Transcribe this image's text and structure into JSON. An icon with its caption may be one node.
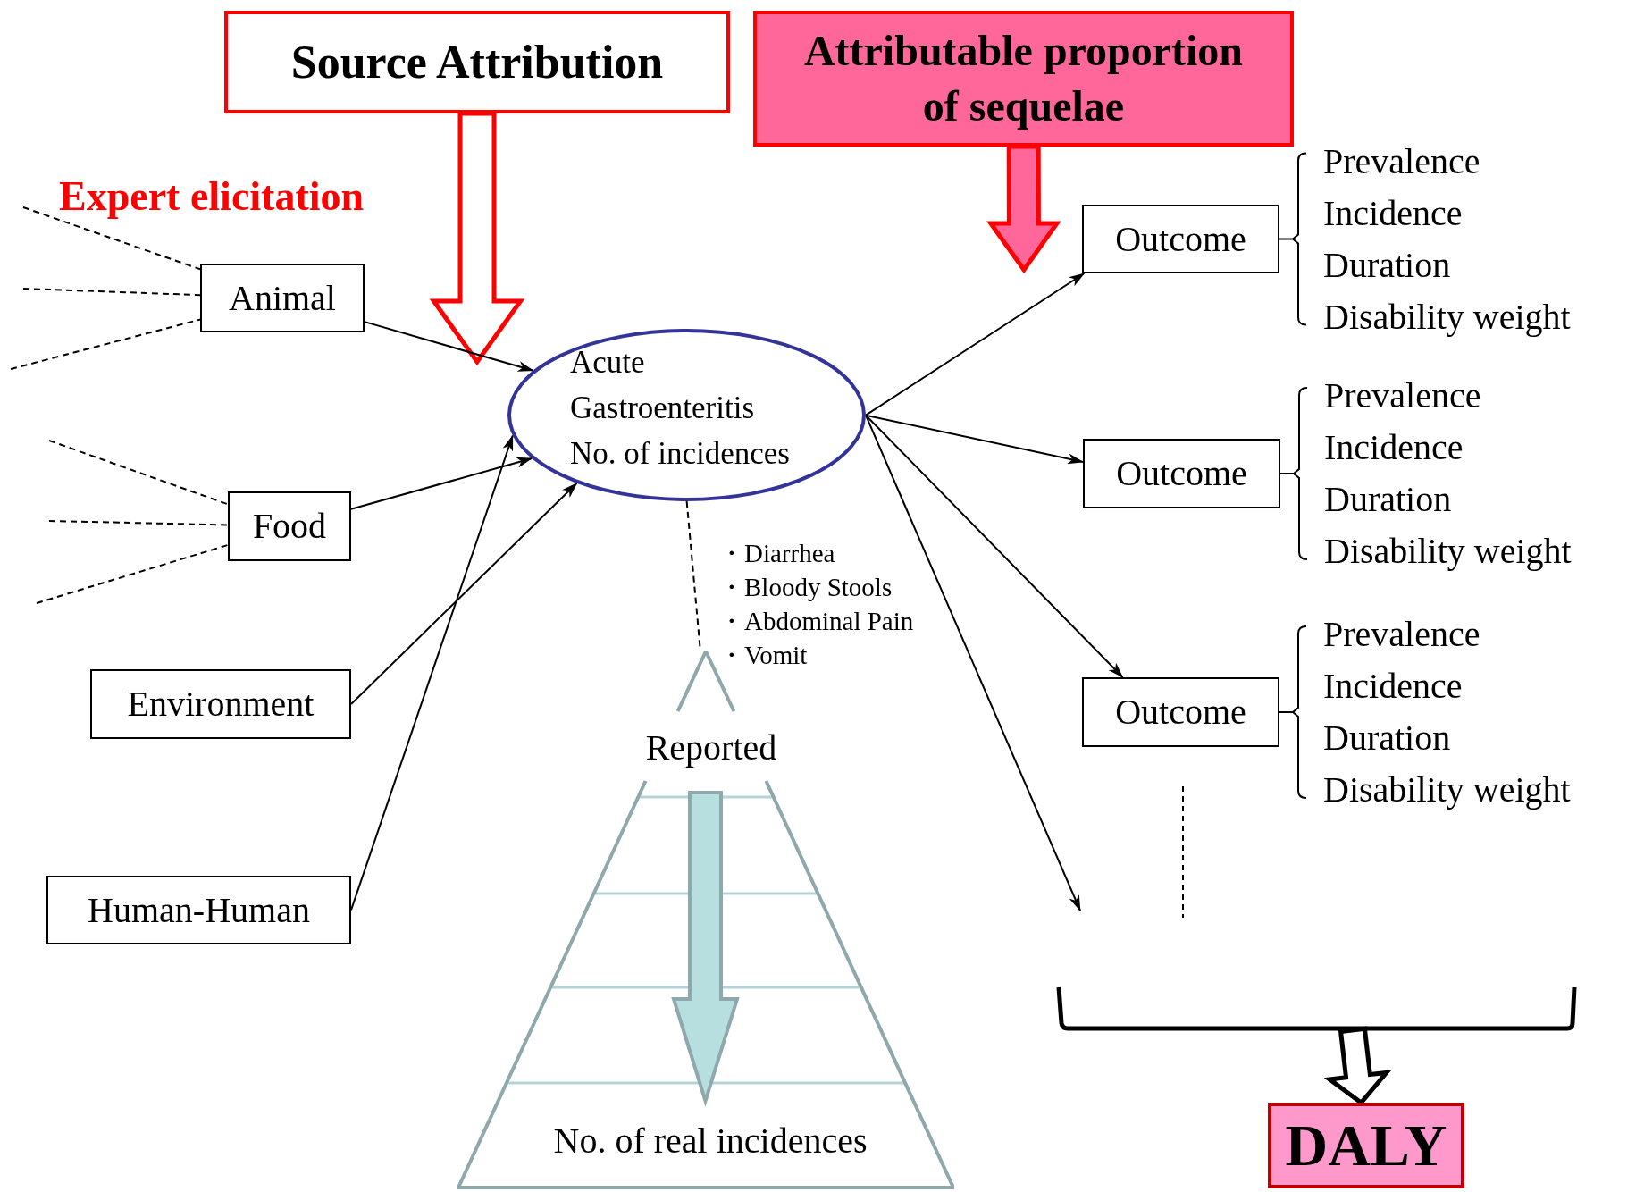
{
  "diagram": {
    "nodes": [
      {
        "text": [
          "Source Attribution"
        ]
      },
      {
        "text": [
          "Attributable proportion of sequelae"
        ]
      },
      {
        "text": [
          "Animal"
        ]
      },
      {
        "text": [
          "Outcome"
        ],
        "beside": [
          "Prevalence",
          "Incidence",
          "Duration",
          "Disability weight"
        ]
      },
      {
        "text": [
          "Acute Gastroenteritis",
          "No. of incidences"
        ]
      },
      {
        "text": [
          "Outcome"
        ],
        "beside": [
          "Prevalence",
          "Incidence",
          "Duration",
          "Disability weight"
        ]
      },
      {
        "text": [
          "Food"
        ]
      },
      {
        "text": [
          "Outcome"
        ],
        "beside": [
          "Prevalence",
          "Incidence",
          "Duration",
          "Disability weight"
        ]
      },
      {
        "text": [
          "Environment"
        ]
      },
      {
        "text": [
          "Reported",
          "No. of real incidences"
        ]
      },
      {
        "text": [
          "Human-Human"
        ]
      },
      {
        "text": [
          "DALY"
        ]
      }
    ],
    "edges": [
      {
        "from": 0,
        "to": null,
        "arrow": "to",
        "style": "thick",
        "color": "#ff0000"
      },
      {
        "from": 1,
        "to": null,
        "arrow": "to",
        "style": "thick",
        "color": "#ff0000"
      },
      {
        "from": null,
        "to": 2,
        "arrow": "none",
        "style": "dashed"
      },
      {
        "from": null,
        "to": 2,
        "arrow": "none",
        "style": "dashed"
      },
      {
        "from": null,
        "to": 2,
        "arrow": "none",
        "style": "dashed"
      },
      {
        "from": null,
        "to": 6,
        "arrow": "none",
        "style": "dashed"
      },
      {
        "from": null,
        "to": 6,
        "arrow": "none",
        "style": "dashed"
      },
      {
        "from": null,
        "to": 6,
        "arrow": "none",
        "style": "dashed"
      },
      {
        "from": 2,
        "to": 4,
        "arrow": "to"
      },
      {
        "from": 6,
        "to": 4,
        "arrow": "to"
      },
      {
        "from": 8,
        "to": 4,
        "arrow": "to"
      },
      {
        "from": 10,
        "to": 4,
        "arrow": "to"
      },
      {
        "from": 4,
        "to": 3,
        "arrow": "to"
      },
      {
        "from": 4,
        "to": 5,
        "arrow": "to"
      },
      {
        "from": 4,
        "to": 7,
        "arrow": "to"
      },
      {
        "from": 4,
        "to": null,
        "arrow": "to"
      },
      {
        "from": 4,
        "to": 9,
        "arrow": "none",
        "style": "dashed"
      },
      {
        "from": null,
        "to": 11,
        "arrow": "to",
        "style": "thick"
      }
    ],
    "labels": [
      "Expert elicitation",
      "・Diarrhea",
      "・Bloody Stools",
      "・Abdominal Pain",
      "・Vomit"
    ]
  }
}
